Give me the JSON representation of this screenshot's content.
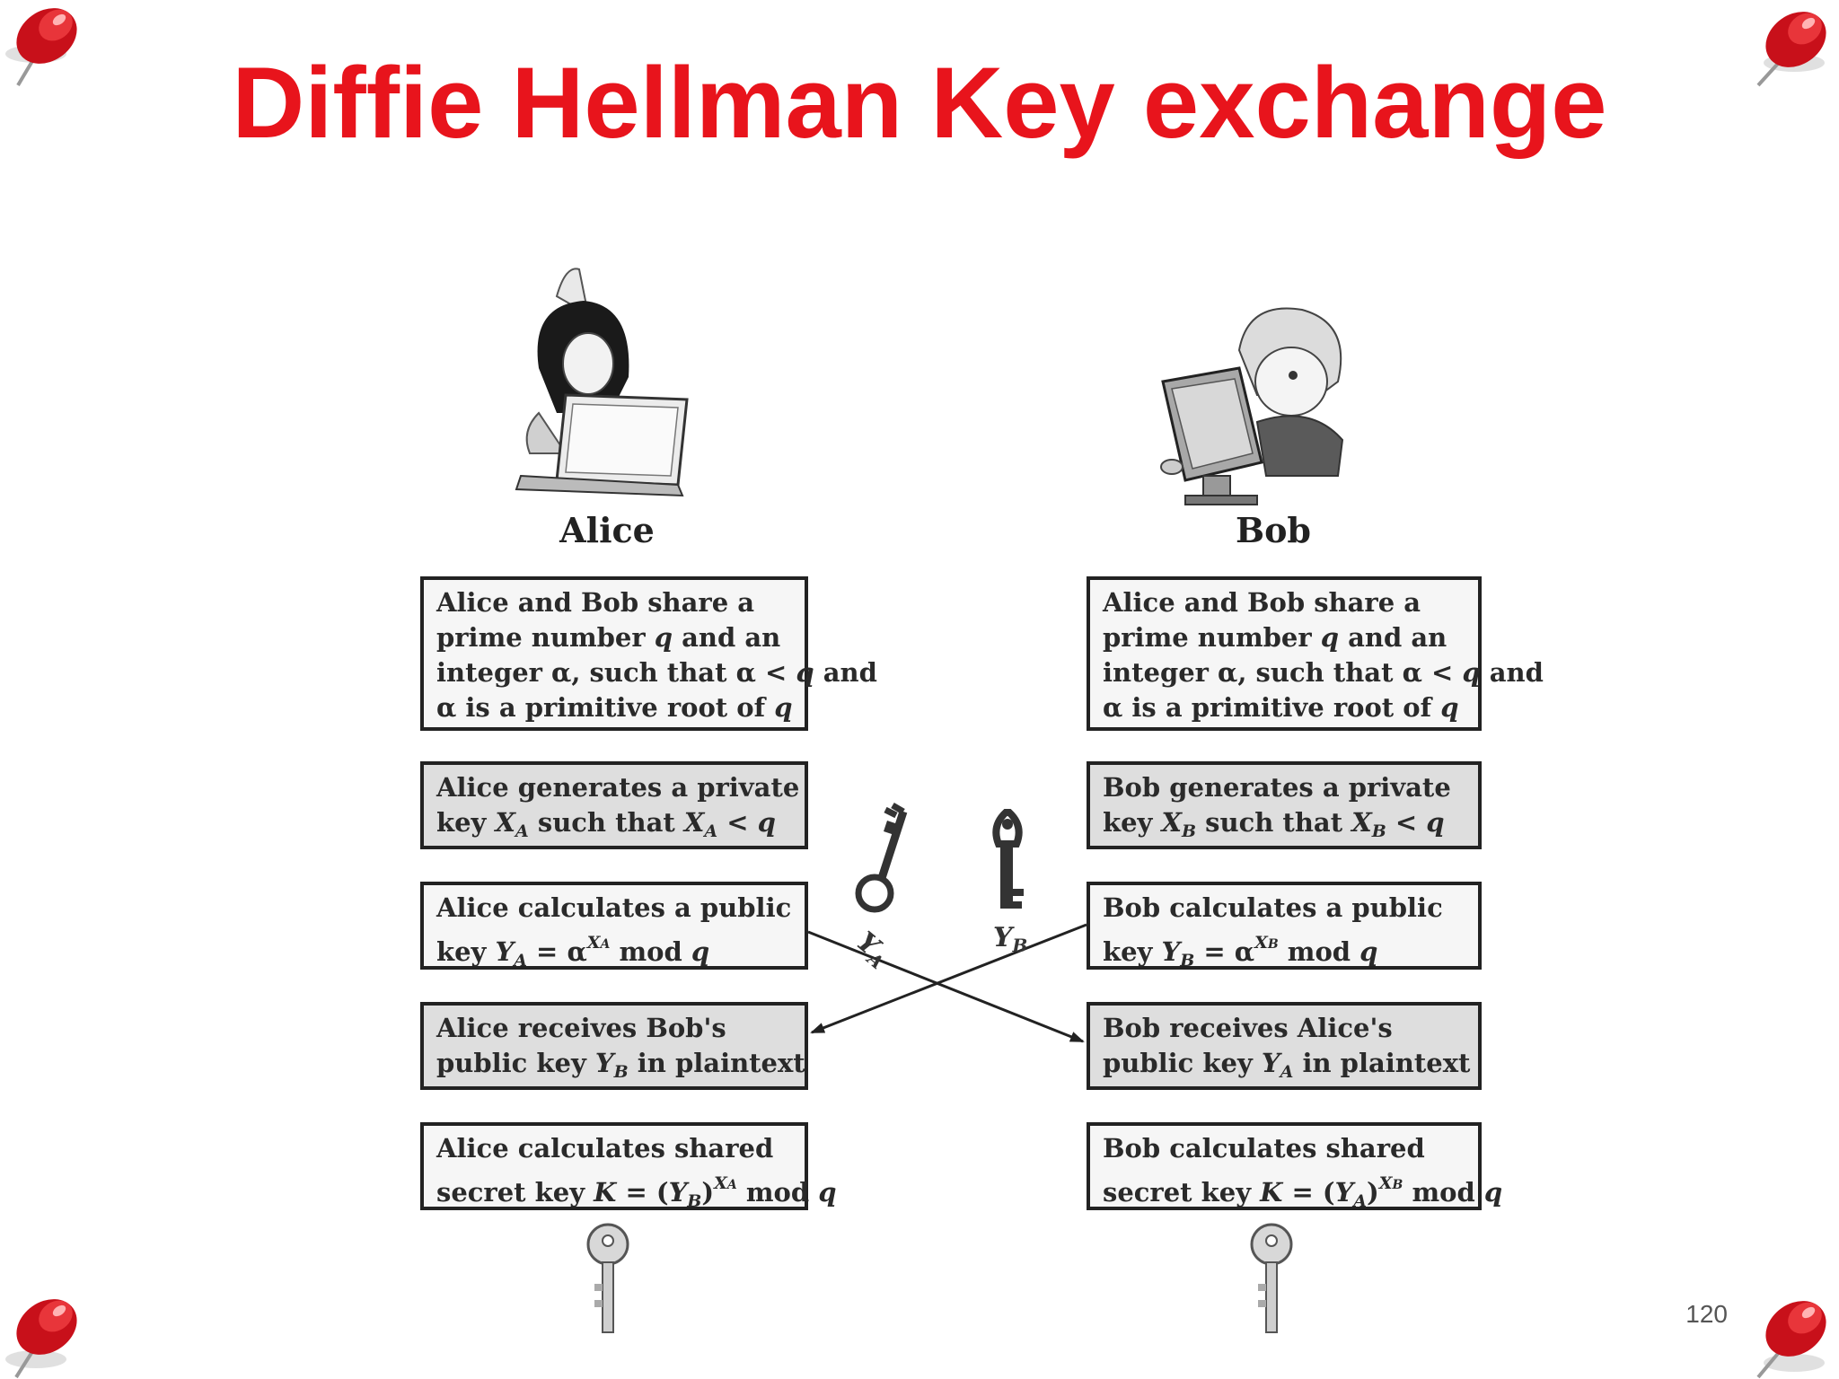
{
  "slide": {
    "title": "Diffie Hellman Key exchange",
    "page_number": "120"
  },
  "alice": {
    "label": "Alice",
    "steps": [
      {
        "lines": [
          "Alice and Bob share a",
          "prime number q and an",
          "integer α, such that α < q and",
          "α is a primitive root of q"
        ]
      },
      {
        "lines": [
          "Alice generates a private",
          "key X_A such that X_A < q"
        ]
      },
      {
        "lines": [
          "Alice calculates a public",
          "key Y_A = α^X_A mod q"
        ]
      },
      {
        "lines": [
          "Alice receives Bob's",
          "public key Y_B in plaintext"
        ]
      },
      {
        "lines": [
          "Alice calculates shared",
          "secret key K = (Y_B)^X_A mod q"
        ]
      }
    ]
  },
  "bob": {
    "label": "Bob",
    "steps": [
      {
        "lines": [
          "Alice and Bob share a",
          "prime number q and an",
          "integer α, such that α < q and",
          "α is a primitive root of q"
        ]
      },
      {
        "lines": [
          "Bob generates a private",
          "key X_B such that X_B < q"
        ]
      },
      {
        "lines": [
          "Bob calculates a public",
          "key Y_B = α^X_B mod q"
        ]
      },
      {
        "lines": [
          "Bob receives Alice's",
          "public key Y_A in plaintext"
        ]
      },
      {
        "lines": [
          "Bob calculates shared",
          "secret key K = (Y_A)^X_B mod q"
        ]
      }
    ]
  },
  "exchange": {
    "label_ya": "Y_A",
    "label_yb": "Y_B"
  },
  "colors": {
    "title": "#e8141c",
    "pin": "#d01218",
    "border": "#222222",
    "shaded_box": "#dedede"
  }
}
